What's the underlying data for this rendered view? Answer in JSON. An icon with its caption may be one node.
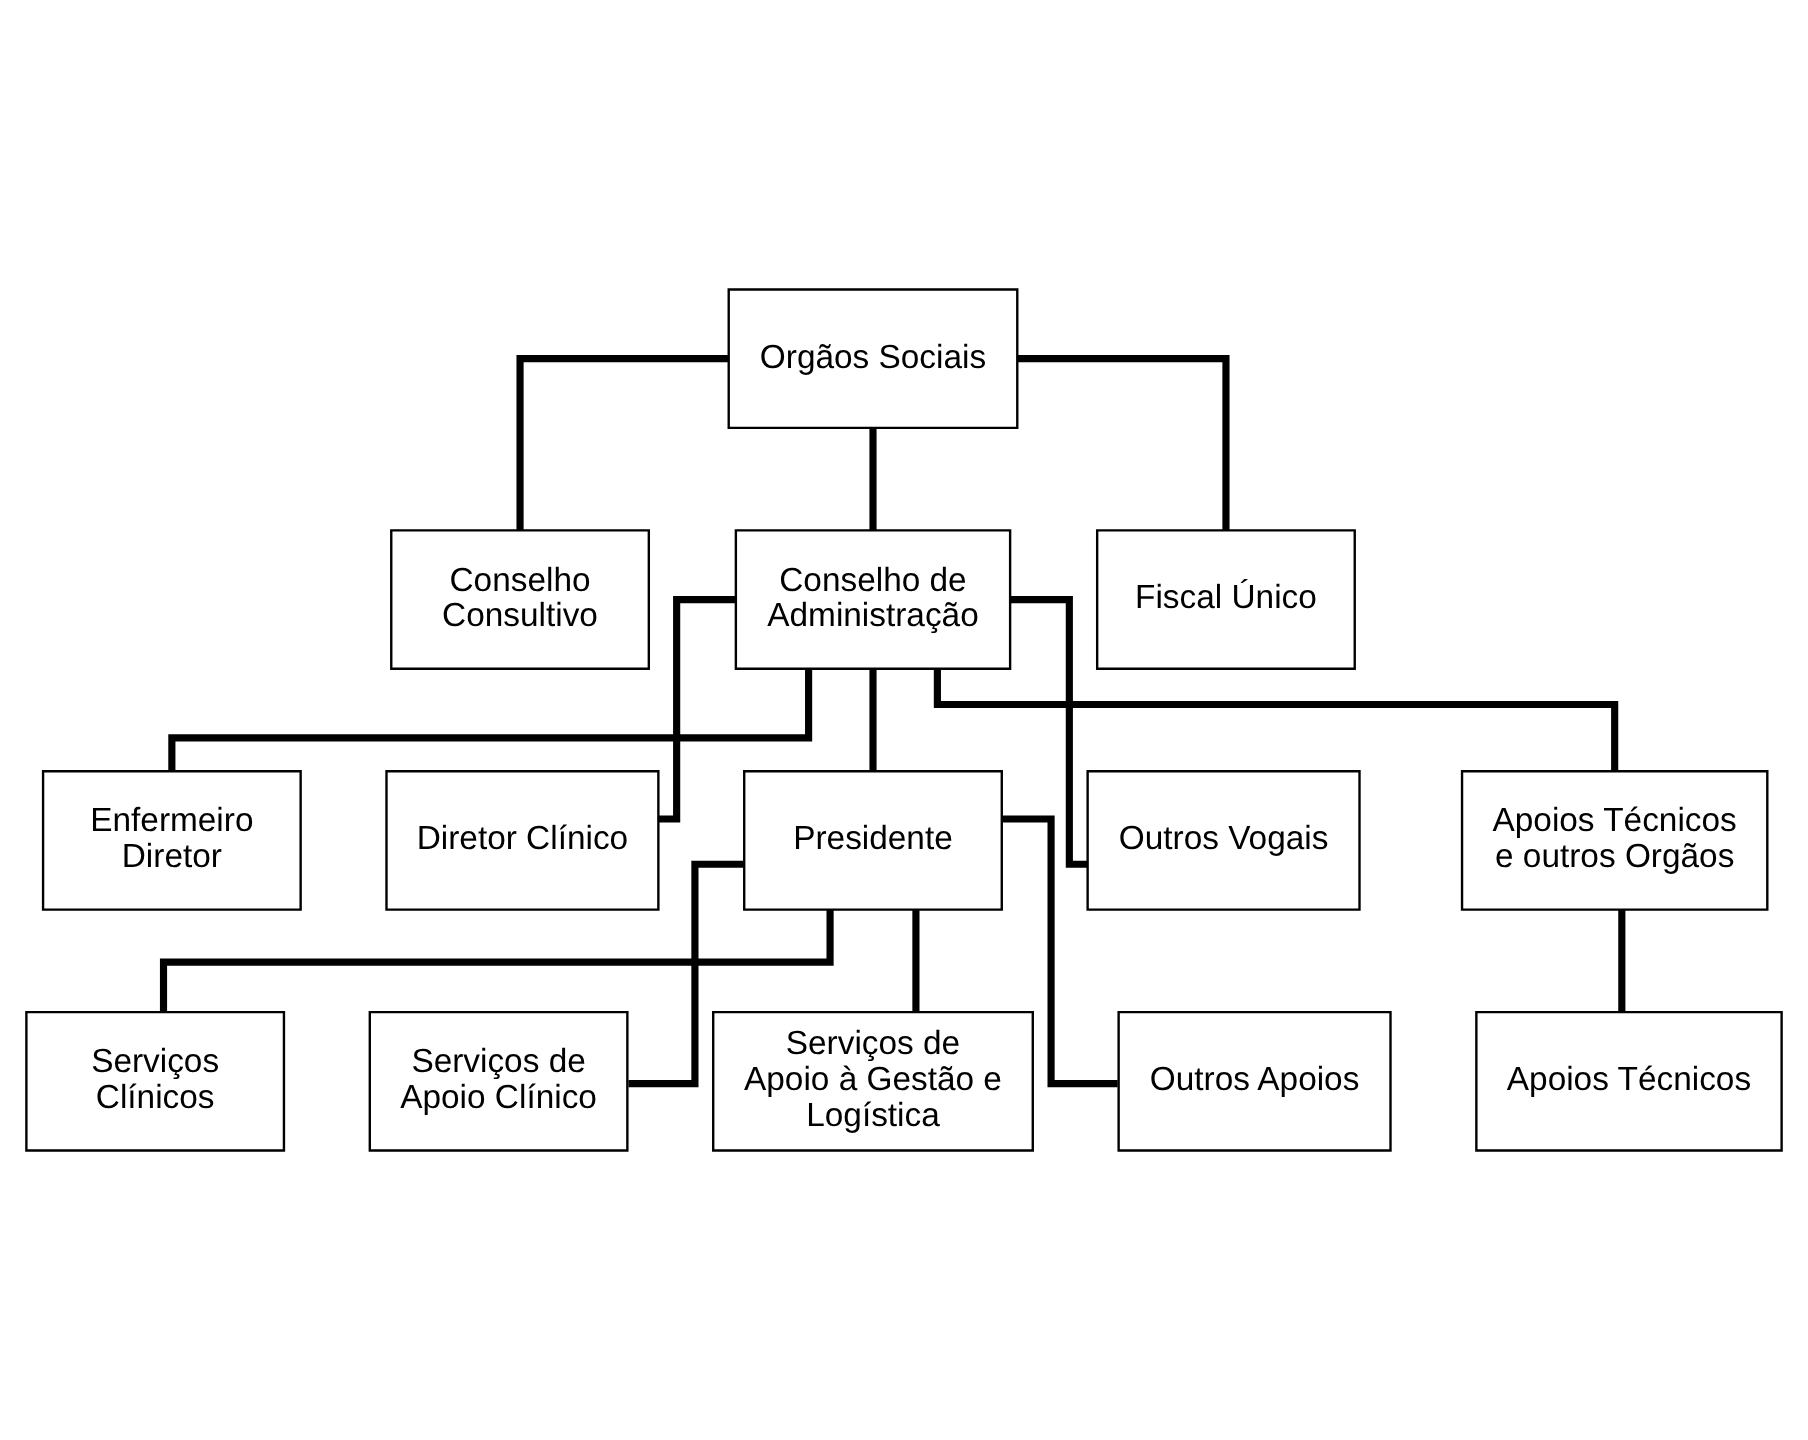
{
  "diagram": {
    "nodes": [
      {
        "text": [
          "Orgãos Sociais"
        ]
      },
      {
        "text": [
          "Conselho Consultivo"
        ]
      },
      {
        "text": [
          "Conselho de Administração"
        ]
      },
      {
        "text": [
          "Fiscal Único"
        ]
      },
      {
        "text": [
          "Enfermeiro Diretor"
        ]
      },
      {
        "text": [
          "Diretor Clínico"
        ]
      },
      {
        "text": [
          "Presidente"
        ]
      },
      {
        "text": [
          "Outros Vogais"
        ]
      },
      {
        "text": [
          "Apoios Técnicos e outros Orgãos"
        ]
      },
      {
        "text": [
          "Serviços Clínicos"
        ]
      },
      {
        "text": [
          "Serviços de Apoio Clínico"
        ]
      },
      {
        "text": [
          "Serviços de Apoio à Gestão e Logística"
        ]
      },
      {
        "text": [
          "Outros Apoios"
        ]
      },
      {
        "text": [
          "Apoios Técnicos"
        ]
      }
    ],
    "edges": [
      {
        "from": 0,
        "to": 1,
        "arrow": "none"
      },
      {
        "from": 0,
        "to": 2,
        "arrow": "none"
      },
      {
        "from": 0,
        "to": 3,
        "arrow": "none"
      },
      {
        "from": 2,
        "to": 4,
        "arrow": "none"
      },
      {
        "from": 2,
        "to": 5,
        "arrow": "none"
      },
      {
        "from": 2,
        "to": 6,
        "arrow": "none"
      },
      {
        "from": 2,
        "to": 7,
        "arrow": "none"
      },
      {
        "from": 2,
        "to": 8,
        "arrow": "none"
      },
      {
        "from": 6,
        "to": 9,
        "arrow": "none"
      },
      {
        "from": 6,
        "to": 10,
        "arrow": "none"
      },
      {
        "from": 6,
        "to": 11,
        "arrow": "none"
      },
      {
        "from": 6,
        "to": 12,
        "arrow": "none"
      },
      {
        "from": 8,
        "to": 13,
        "arrow": "none"
      }
    ]
  }
}
